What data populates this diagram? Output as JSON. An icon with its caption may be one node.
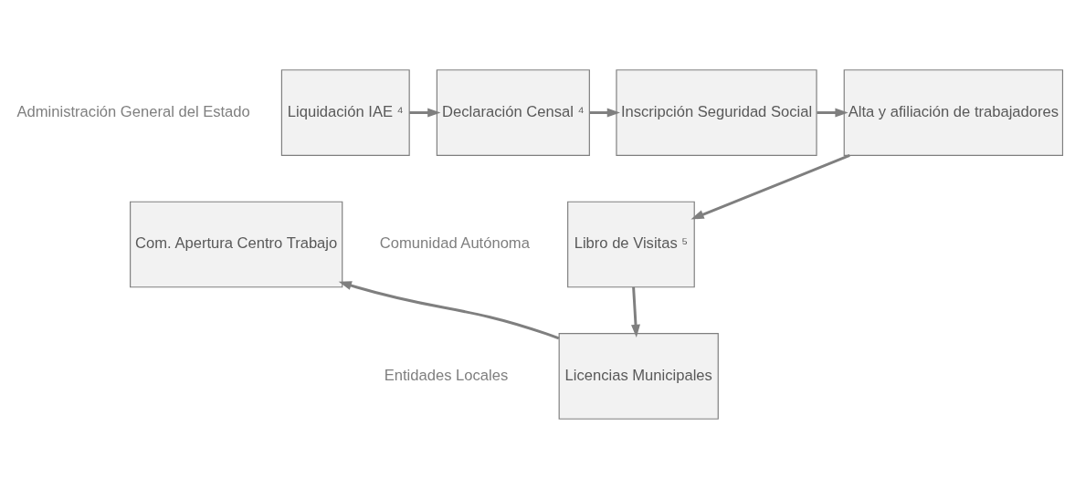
{
  "diagram": {
    "nodes": [
      {
        "text": [
          "Liquidación IAE ⁴"
        ]
      },
      {
        "text": [
          "Declaración Censal ⁴"
        ]
      },
      {
        "text": [
          "Inscripción Seguridad Social"
        ]
      },
      {
        "text": [
          "Alta y afiliación de trabajadores"
        ]
      },
      {
        "text": [
          "Libro de Visitas ⁵"
        ]
      },
      {
        "text": [
          "Licencias Municipales"
        ]
      },
      {
        "text": [
          "Com. Apertura Centro Trabajo"
        ]
      }
    ],
    "edges": [
      {
        "from": 0,
        "to": 1,
        "arrow": "to"
      },
      {
        "from": 1,
        "to": 2,
        "arrow": "to"
      },
      {
        "from": 2,
        "to": 3,
        "arrow": "to"
      },
      {
        "from": 3,
        "to": 4,
        "arrow": "to"
      },
      {
        "from": 4,
        "to": 5,
        "arrow": "to"
      },
      {
        "from": 5,
        "to": 6,
        "arrow": "to"
      }
    ],
    "labels": [
      "Administración General del Estado",
      "Comunidad Autónoma",
      "Entidades Locales"
    ]
  }
}
